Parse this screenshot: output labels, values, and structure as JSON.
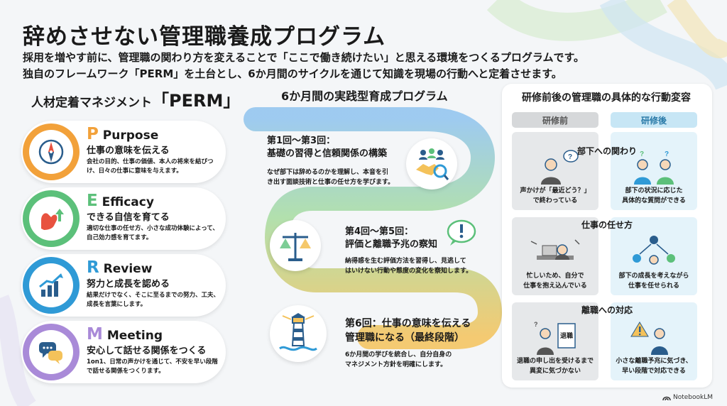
{
  "header": {
    "title": "辞めさせない管理職養成プログラム",
    "subtitle_line1": "採用を増やす前に、管理職の関わり方を変えることで「ここで働き続けたい」と思える環境をつくるプログラムです。",
    "subtitle_line2": "独自のフレームワーク「PERM」を土台とし、6か月間のサイクルを通じて知識を現場の行動へと定着させます。"
  },
  "perm": {
    "title_prefix": "人材定着マネジメント",
    "title_main": "「PERM」",
    "items": [
      {
        "letter": "P",
        "name": "Purpose",
        "subtitle": "仕事の意味を伝える",
        "desc": "会社の目的、仕事の価値、本人の将来を結びつけ、日々の仕事に意味を与えます。",
        "color": "#f2a13a",
        "icon": "compass-icon"
      },
      {
        "letter": "E",
        "name": "Efficacy",
        "subtitle": "できる自信を育てる",
        "desc": "適切な仕事の任せ方、小さな成功体験によって、自己効力感を育てます。",
        "color": "#5cc07a",
        "icon": "flexed-arm-icon"
      },
      {
        "letter": "R",
        "name": "Review",
        "subtitle": "努力と成長を認める",
        "desc": "結果だけでなく、そこに至るまでの努力、工夫、成長を言葉にします。",
        "color": "#2f9ad6",
        "icon": "growth-chart-icon"
      },
      {
        "letter": "M",
        "name": "Meeting",
        "subtitle": "安心して話せる関係をつくる",
        "desc": "1on1、日常の声かけを通じて、不安を早い段階で話せる関係をつくります。",
        "color": "#a98ad8",
        "icon": "chat-bubbles-icon"
      }
    ]
  },
  "program": {
    "title": "6か月間の実践型育成プログラム",
    "steps": [
      {
        "head1": "第1回〜第3回：",
        "head2": "基礎の習得と信頼関係の構築",
        "desc1": "なぜ部下は辞めるのかを理解し、本音を引",
        "desc2": "き出す面談技術と仕事の任せ方を学びます。",
        "icon": "handshake-icon"
      },
      {
        "head1": "第4回〜第5回：",
        "head2": "評価と離職予兆の察知",
        "desc1": "納得感を生む評価方法を習得し、見逃して",
        "desc2": "はいけない行動や態度の変化を察知します。",
        "icon": "scales-icon"
      },
      {
        "head1": "第6回：仕事の意味を伝える",
        "head2": "管理職になる（最終段階）",
        "desc1": "6か月間の学びを統合し、自分自身の",
        "desc2": "マネジメント方針を明確にします。",
        "icon": "lighthouse-icon"
      }
    ]
  },
  "comparison": {
    "title": "研修前後の管理職の具体的な行動変容",
    "before_label": "研修前",
    "after_label": "研修後",
    "sections": [
      {
        "title": "部下への関わり",
        "before1": "声かけが「最近どう？」",
        "before2": "で終わっている",
        "after1": "部下の状況に応じた",
        "after2": "具体的な質問ができる"
      },
      {
        "title": "仕事の任せ方",
        "before1": "忙しいため、自分で",
        "before2": "仕事を抱え込んでいる",
        "after1": "部下の成長を考えながら",
        "after2": "仕事を任せられる"
      },
      {
        "title": "離職への対応",
        "before1": "退職の申し出を受けるまで",
        "before2": "異変に気づかない",
        "after1": "小さな離職予兆に気づき、",
        "after2": "早い段階で対応できる",
        "sign_text": "退職"
      }
    ]
  },
  "brand": {
    "name": "NotebookLM"
  }
}
